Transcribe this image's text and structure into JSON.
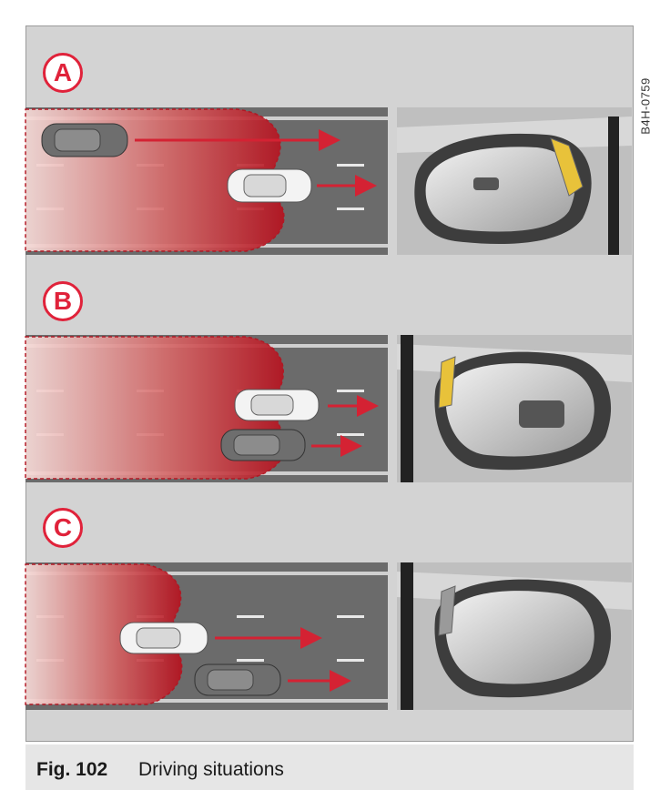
{
  "reference_code": "B4H-0759",
  "panels": [
    {
      "label": "A"
    },
    {
      "label": "B"
    },
    {
      "label": "C"
    }
  ],
  "caption": {
    "number": "Fig. 102",
    "title": "Driving situations"
  },
  "colors": {
    "accent": "#e0223a",
    "zone_red": "#c0202c",
    "road": "#6b6b6b",
    "arrow": "#d42233",
    "warning_lamp": "#e8c23a"
  }
}
